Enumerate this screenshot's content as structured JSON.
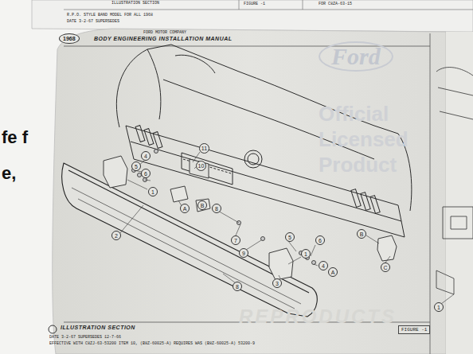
{
  "diagram": {
    "nodes": [
      {
        "text": [
          "1968"
        ]
      },
      {
        "text": [
          "Ford"
        ]
      },
      {
        "text": [
          "11"
        ]
      },
      {
        "text": [
          "4"
        ]
      },
      {
        "text": [
          "5"
        ]
      },
      {
        "text": [
          "10"
        ]
      },
      {
        "text": [
          "6"
        ]
      },
      {
        "text": [
          "1"
        ]
      },
      {
        "text": [
          "A"
        ]
      },
      {
        "text": [
          "B"
        ]
      },
      {
        "text": [
          "8"
        ]
      },
      {
        "text": [
          "B"
        ]
      },
      {
        "text": [
          "2"
        ]
      },
      {
        "text": [
          "5"
        ]
      },
      {
        "text": [
          "7"
        ]
      },
      {
        "text": [
          "6"
        ]
      },
      {
        "text": [
          "9"
        ]
      },
      {
        "text": [
          "1"
        ]
      },
      {
        "text": [
          "4"
        ]
      },
      {
        "text": [
          "C"
        ]
      },
      {
        "text": [
          "A"
        ]
      },
      {
        "text": [
          "3"
        ]
      },
      {
        "text": [
          "8"
        ]
      },
      {
        "text": [
          "1"
        ]
      }
    ],
    "labels": [
      "ILLUSTRATION SECTION",
      "FIGURE -1",
      "FOR C8ZA-63-15",
      "R.P.O. STYLE BAND MODEL FOR ALL 1968",
      "DATE 3-2-67 SUPERSEDES",
      "FORD MOTOR COMPANY",
      "BODY ENGINEERING INSTALLATION MANUAL",
      "Official",
      "Licensed",
      "Product",
      "REPRODUCTS",
      "fe f",
      "e,",
      "ILLUSTRATION SECTION",
      "DATE 3-2-67 SUPERSEDES 12-7-66",
      "EFFECTIVE WITH C8ZJ-63-53200 ITEM 10, (B8Z-60025-A) REQUIRES WAS (B8Z-60025-A) 53200-9",
      "FIGURE -1"
    ]
  }
}
